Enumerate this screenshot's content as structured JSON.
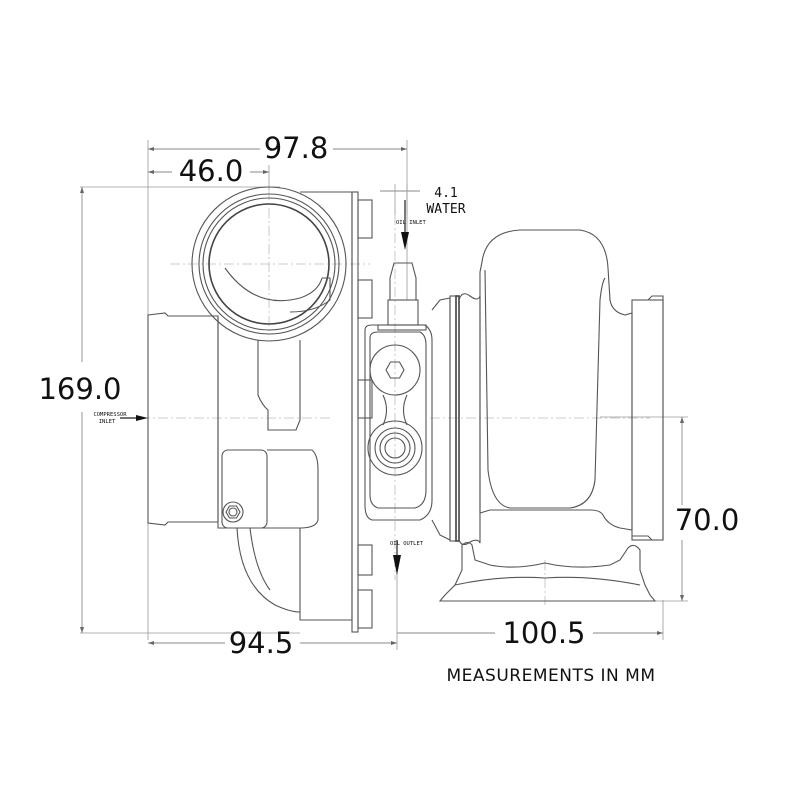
{
  "drawing": {
    "type": "technical-dimension-drawing",
    "subject": "turbocharger side view",
    "units_caption": "MEASUREMENTS IN MM",
    "dimensions": {
      "overall_width_top": "97.8",
      "inlet_center_offset": "46.0",
      "water_port_offset": "4.1",
      "overall_height": "169.0",
      "bottom_width_left": "94.5",
      "bottom_width_right": "100.5",
      "turbine_outlet_height": "70.0"
    },
    "labels": {
      "water": "WATER",
      "oil_inlet": "OIL INLET",
      "oil_outlet": "OIL OUTLET",
      "compressor_inlet_line1": "COMPRESSOR",
      "compressor_inlet_line2": "INLET"
    },
    "colors": {
      "background": "#ffffff",
      "outline": "#555555",
      "text": "#111111"
    }
  }
}
